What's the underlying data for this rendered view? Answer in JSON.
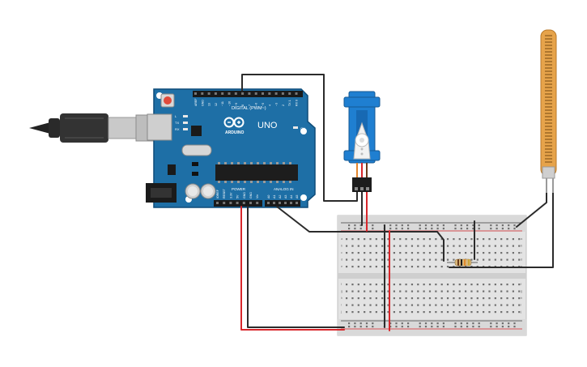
{
  "board": {
    "model": "UNO",
    "brand": "ARDUINO",
    "digital_label": "DIGITAL (PWM~)",
    "power_label": "POWER",
    "analog_label": "ANALOG IN",
    "digital_pins": [
      "AREF",
      "GND",
      "13",
      "12",
      "~11",
      "~10",
      "~9",
      "8",
      "7",
      "~6",
      "~5",
      "4",
      "~3",
      "2",
      "TX 1",
      "RX 0"
    ],
    "power_pins": [
      "IOREF",
      "RESET",
      "3.3V",
      "5V",
      "GND",
      "GND",
      "Vin"
    ],
    "analog_pins": [
      "A0",
      "A1",
      "A2",
      "A3",
      "A4",
      "A5"
    ],
    "leds": [
      "L",
      "TX",
      "RX"
    ],
    "on_led": "ON"
  },
  "breadboard": {
    "row_letters": [
      "a",
      "b",
      "c",
      "d",
      "e",
      "f",
      "g",
      "h",
      "i",
      "j"
    ]
  },
  "colors": {
    "board": "#1e6fa6",
    "wire_black": "#2b2b2b",
    "wire_red": "#d8262b",
    "servo": "#1f7fd1",
    "flex": "#e6a34a"
  }
}
